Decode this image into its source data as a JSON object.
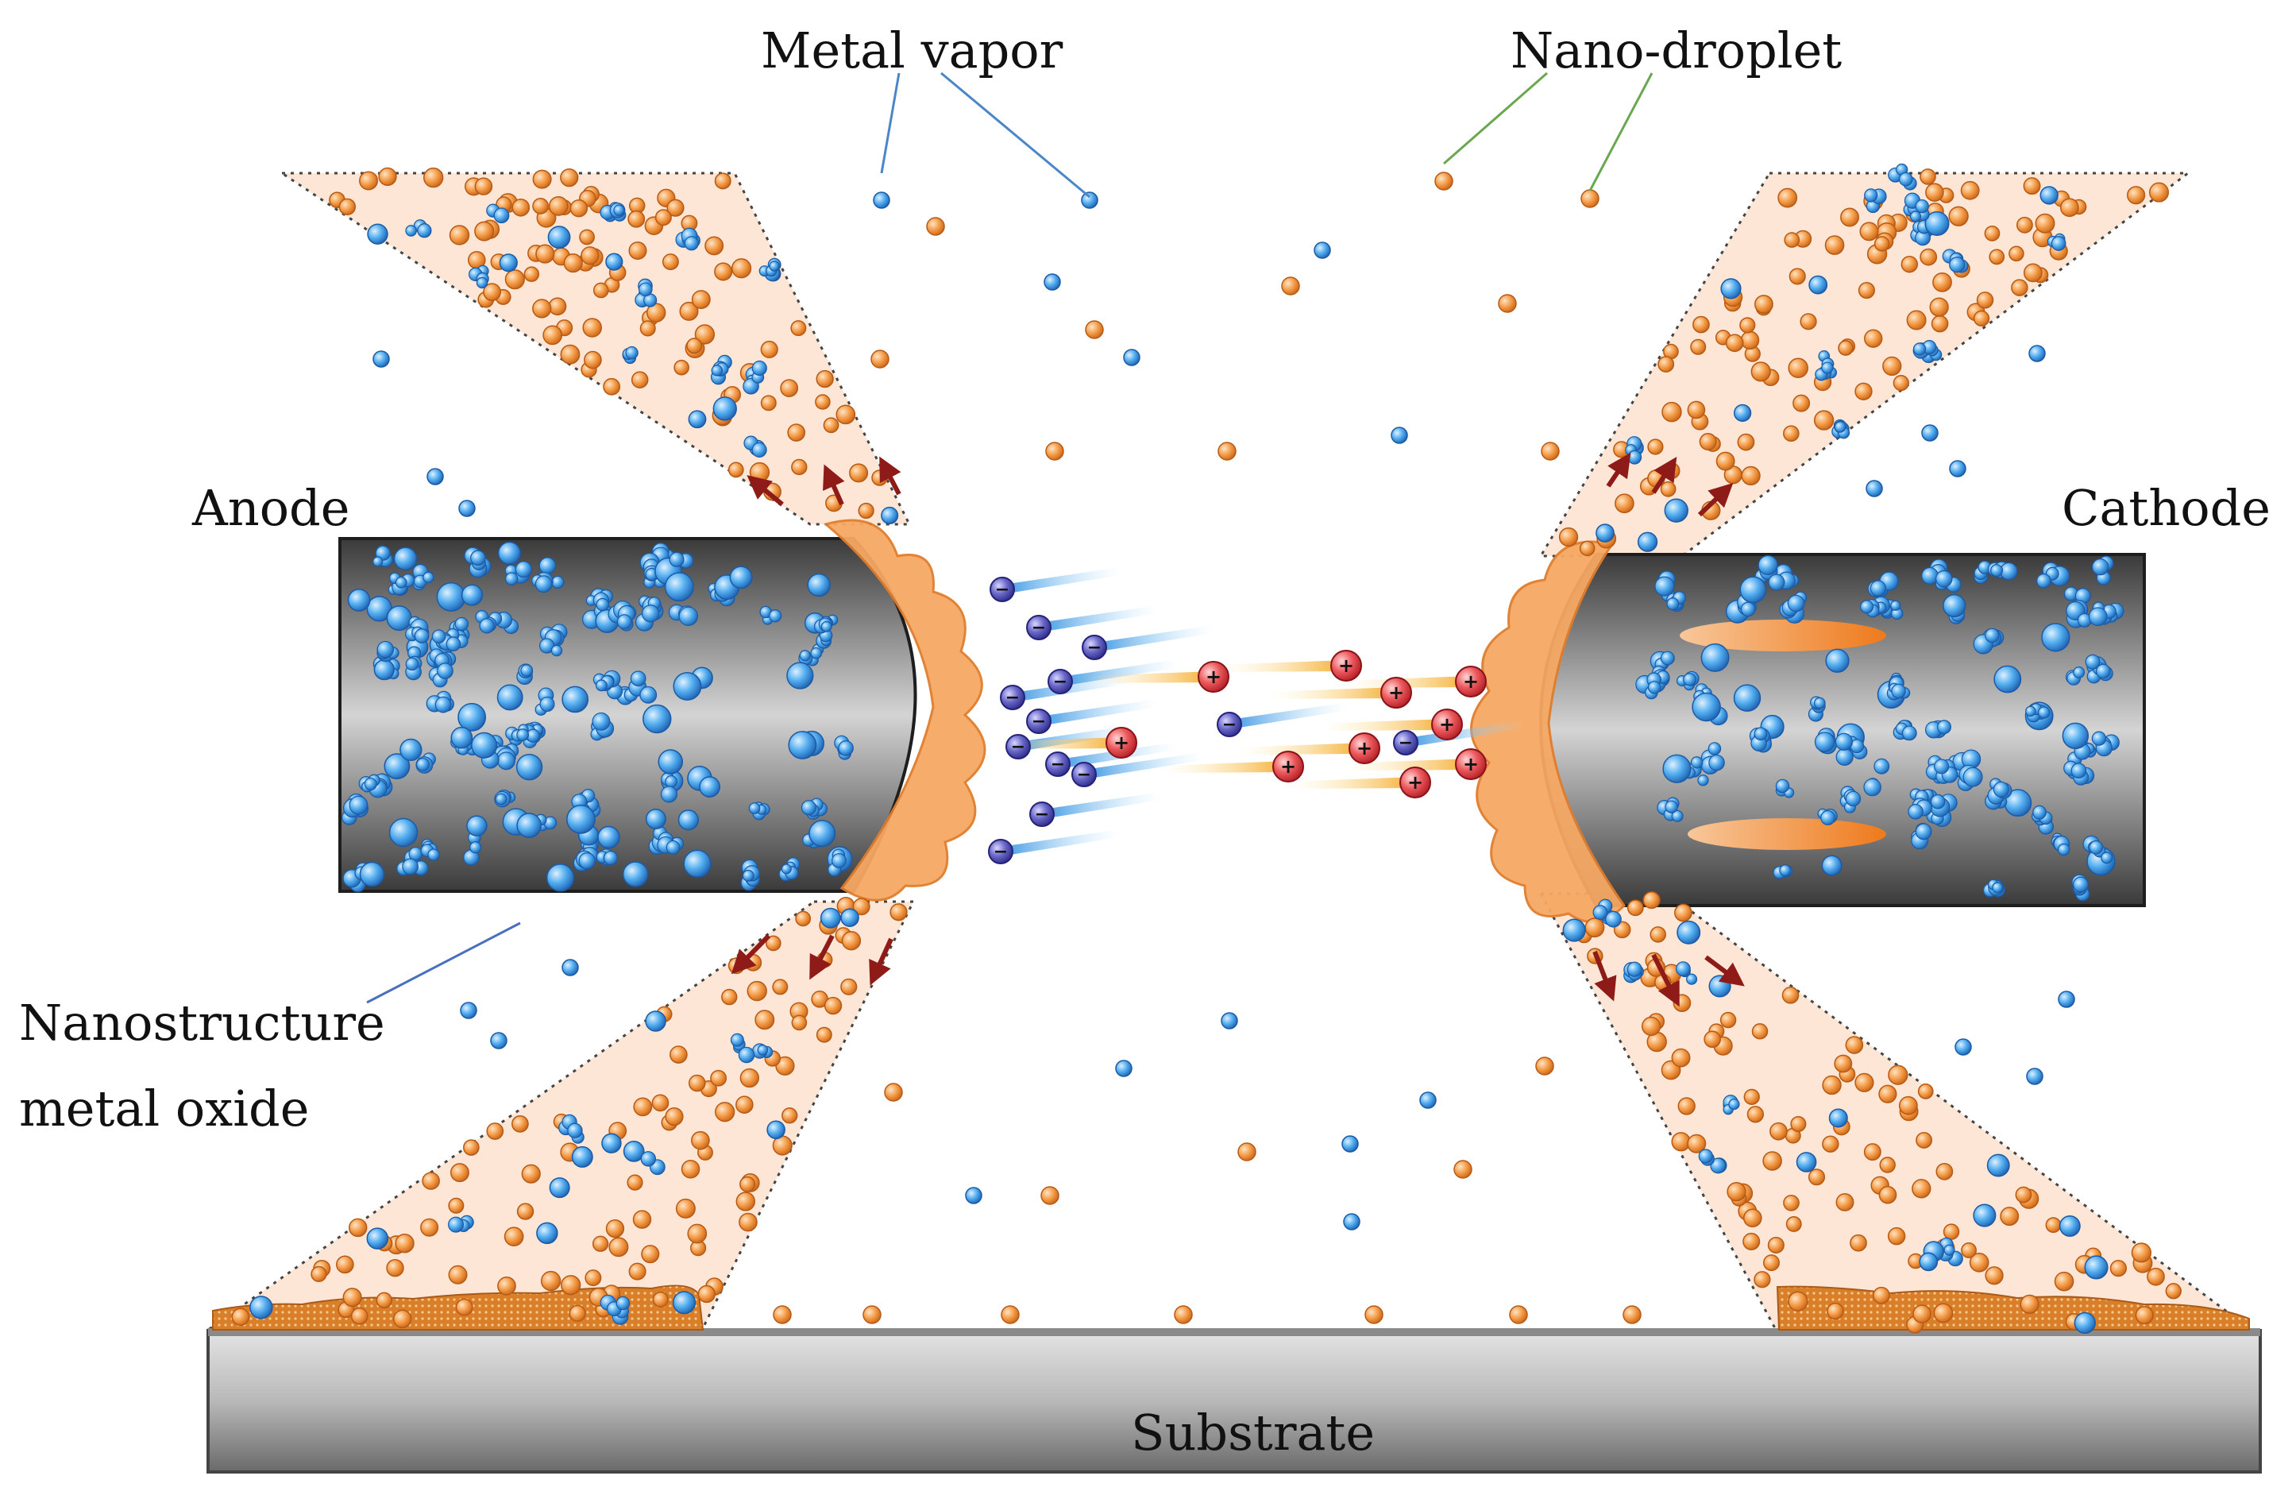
{
  "labels": {
    "metal_vapor": "Metal vapor",
    "nano_droplet": "Nano-droplet",
    "anode": "Anode",
    "cathode": "Cathode",
    "nanostructure_line1": "Nanostructure",
    "nanostructure_line2": "metal oxide",
    "substrate": "Substrate"
  },
  "ion_symbols": {
    "electron": "−",
    "cation": "+"
  },
  "colors": {
    "electrode_dark": "#3a3a3a",
    "electrode_light": "#c9c9c9",
    "substrate_dark": "#6a6a6a",
    "substrate_light": "#e2e2e2",
    "plume_fill": "#fde6d6",
    "plasma_orange": "#f3a25c",
    "droplet_orange": "#ee8a2c",
    "vapor_blue": "#3e9be8",
    "electron_purple": "#5a58b8",
    "cation_red": "#e0474c",
    "arrow_red": "#8e1b17",
    "leader_blue": "#4a86c8",
    "leader_green": "#6aa84f"
  }
}
